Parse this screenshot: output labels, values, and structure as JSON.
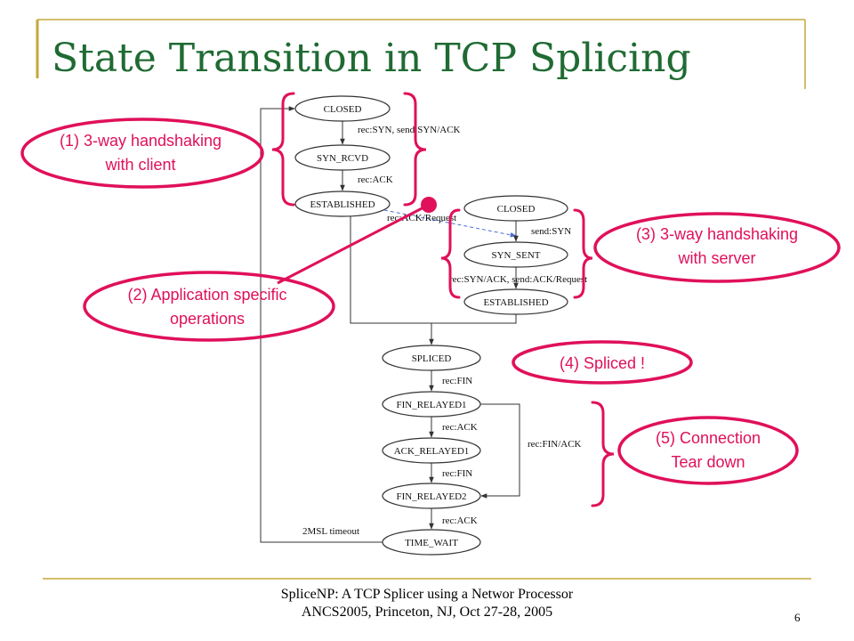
{
  "slide": {
    "title": "State Transition in TCP Splicing",
    "footer_line1": "SpliceNP: A TCP Splicer using a Networ Processor",
    "footer_line2": "ANCS2005, Princeton, NJ, Oct 27-28, 2005",
    "page_number": "6"
  },
  "colors": {
    "accent_gold": "#c4a83c",
    "title_green": "#1f6b33",
    "annotation_pink": "#e0105a",
    "dashed_arrow_blue": "#4a6fd8"
  },
  "states": {
    "closed_client": "CLOSED",
    "syn_rcvd": "SYN_RCVD",
    "established_client": "ESTABLISHED",
    "closed_server": "CLOSED",
    "syn_sent": "SYN_SENT",
    "established_server": "ESTABLISHED",
    "spliced": "SPLICED",
    "fin_relayed1": "FIN_RELAYED1",
    "ack_relayed1": "ACK_RELAYED1",
    "fin_relayed2": "FIN_RELAYED2",
    "time_wait": "TIME_WAIT"
  },
  "edges": {
    "rec_syn_send_synack": "rec:SYN, send:SYN/ACK",
    "rec_ack_1": "rec:ACK",
    "rec_ack_request": "rec:ACK/Request",
    "send_syn": "send:SYN",
    "rec_synack_send_ackrequest": "rec:SYN/ACK, send:ACK/Request",
    "rec_fin_1": "rec:FIN",
    "rec_ack_2": "rec:ACK",
    "rec_fin_2": "rec:FIN",
    "rec_ack_3": "rec:ACK",
    "rec_finack": "rec:FIN/ACK",
    "msl_timeout": "2MSL timeout"
  },
  "annotations": {
    "a1_line1": "(1) 3-way handshaking",
    "a1_line2": "with client",
    "a2_line1": "(2) Application specific",
    "a2_line2": "operations",
    "a3_line1": "(3) 3-way handshaking",
    "a3_line2": "with server",
    "a4": "(4) Spliced !",
    "a5_line1": "(5) Connection",
    "a5_line2": "Tear down"
  }
}
